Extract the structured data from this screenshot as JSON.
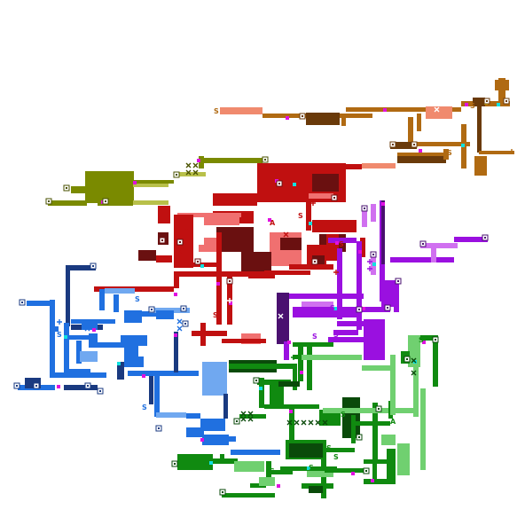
{
  "map": {
    "background": "#ffffff",
    "regions": [
      {
        "name": "orange",
        "color": "#b06a12",
        "light": "#f08a6e",
        "dark": "#6a3a0a"
      },
      {
        "name": "olive",
        "color": "#7a8a00",
        "light": "#b8c04a",
        "dark": "#4a5200"
      },
      {
        "name": "red",
        "color": "#c01010",
        "light": "#f07070",
        "dark": "#6a1010"
      },
      {
        "name": "purple",
        "color": "#9a10e0",
        "light": "#d070f0",
        "dark": "#4a1070"
      },
      {
        "name": "blue",
        "color": "#2070e0",
        "light": "#70a8f0",
        "dark": "#1a3a80"
      },
      {
        "name": "green",
        "color": "#108a10",
        "light": "#70d070",
        "dark": "#0a4a0a"
      }
    ],
    "markers": {
      "save_label": "S",
      "boss_label": "A",
      "item_icon": "item-box-icon",
      "door_icon": "door-x-icon",
      "health_icon": "plus-icon"
    },
    "connector_colors": [
      "#e010e0",
      "#10e0e0",
      "#e0e010"
    ]
  }
}
